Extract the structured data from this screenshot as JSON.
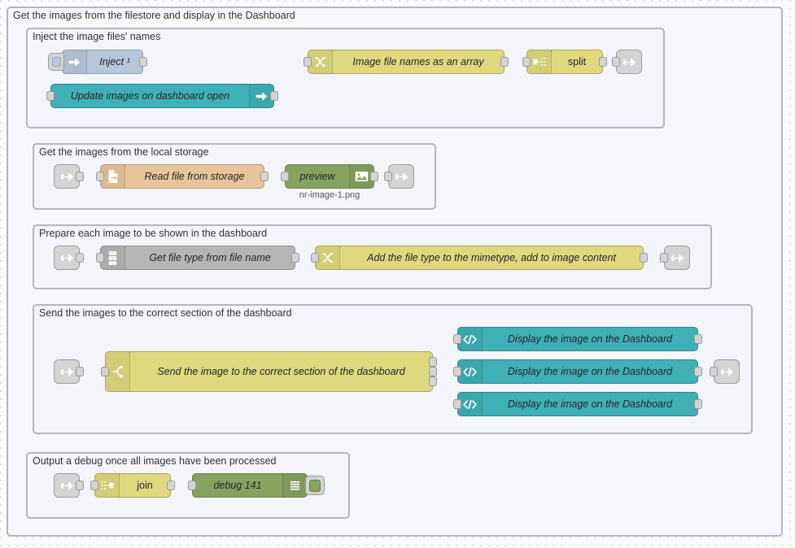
{
  "editor": {
    "app": "Node-RED flow editor",
    "canvas_background": "#fbfbfb",
    "grid_color": "#d7d7de"
  },
  "palette": {
    "yellow": "#dfd87e",
    "teal": "#3fb0b5",
    "grey": "#b5b5b5",
    "inject_blue": "#b7c7da",
    "tan": "#e7c49a",
    "green": "#85a35f",
    "link_grey": "#d4d4d4",
    "group_border": "#b4b4c4",
    "group_fill": "#f6f7fb",
    "wire": "#a8a8a8"
  },
  "groups": {
    "outer": {
      "label": "Get the images from the filestore and display in the Dashboard"
    },
    "g1": {
      "label": "Inject the image files' names"
    },
    "g2": {
      "label": "Get the images from the local storage"
    },
    "g3": {
      "label": "Prepare each image to be shown in the dashboard"
    },
    "g4": {
      "label": "Send the images to the correct section of the dashboard"
    },
    "g5": {
      "label": "Output a debug once all images have been processed"
    }
  },
  "nodes": {
    "inject": {
      "label": "Inject ¹",
      "icon": "inject-arrow-icon",
      "type": "inject"
    },
    "dashboard_open": {
      "label": "Update images on dashboard open",
      "icon": "inject-arrow-icon",
      "type": "ui-event"
    },
    "image_array": {
      "label": "Image file names as an array",
      "icon": "change-swap-icon",
      "type": "change"
    },
    "split": {
      "label": "split",
      "icon": "split-icon",
      "type": "split"
    },
    "link_out_1": {
      "label": "",
      "icon": "link-out-icon",
      "type": "link out"
    },
    "link_in_2": {
      "label": "",
      "icon": "link-in-icon",
      "type": "link in"
    },
    "read_file": {
      "label": "Read file from storage",
      "icon": "file-read-icon",
      "type": "file in"
    },
    "preview": {
      "label": "preview",
      "icon": "image-preview-icon",
      "type": "image",
      "caption": "nr-image-1.png"
    },
    "link_out_2": {
      "label": "",
      "icon": "link-out-icon",
      "type": "link out"
    },
    "link_in_3": {
      "label": "",
      "icon": "link-in-icon",
      "type": "link in"
    },
    "get_file_type": {
      "label": "Get file type from file name",
      "icon": "string-abc-icon",
      "type": "string"
    },
    "add_mimetype": {
      "label": "Add the file type to the mimetype, add to image content",
      "icon": "change-swap-icon",
      "type": "change"
    },
    "link_out_3": {
      "label": "",
      "icon": "link-out-icon",
      "type": "link out"
    },
    "link_in_4": {
      "label": "",
      "icon": "link-in-icon",
      "type": "link in"
    },
    "switch_section": {
      "label": "Send the image to the correct section of the dashboard",
      "icon": "switch-fork-icon",
      "type": "switch"
    },
    "display_1": {
      "label": "Display the image on the Dashboard",
      "icon": "template-code-icon",
      "type": "ui-template"
    },
    "display_2": {
      "label": "Display the image on the Dashboard",
      "icon": "template-code-icon",
      "type": "ui-template"
    },
    "display_3": {
      "label": "Display the image on the Dashboard",
      "icon": "template-code-icon",
      "type": "ui-template"
    },
    "link_out_4": {
      "label": "",
      "icon": "link-out-icon",
      "type": "link out"
    },
    "link_in_5": {
      "label": "",
      "icon": "link-in-icon",
      "type": "link in"
    },
    "join": {
      "label": "join",
      "icon": "join-icon",
      "type": "join"
    },
    "debug": {
      "label": "debug 141",
      "icon": "debug-lines-icon",
      "type": "debug"
    }
  }
}
